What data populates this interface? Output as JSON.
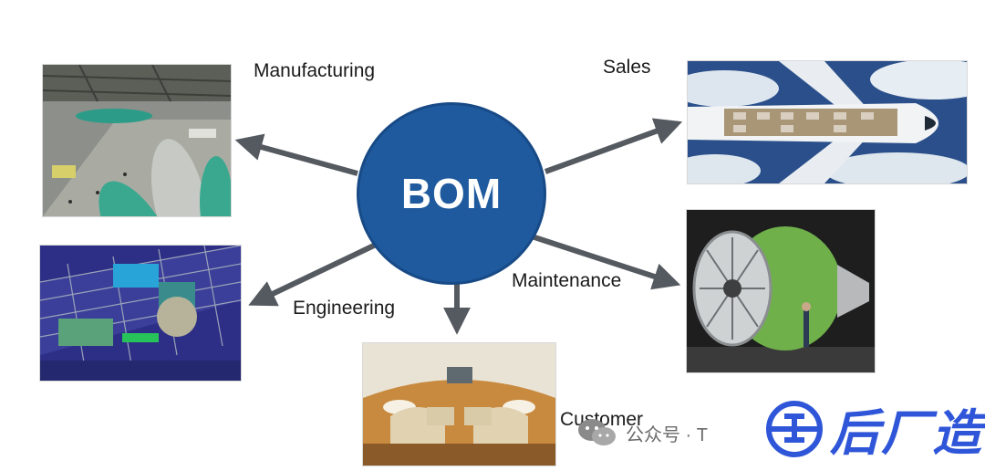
{
  "hub": {
    "label": "BOM",
    "color": "#1f5a9e"
  },
  "nodes": {
    "manufacturing": {
      "label": "Manufacturing"
    },
    "sales": {
      "label": "Sales"
    },
    "engineering": {
      "label": "Engineering"
    },
    "maintenance": {
      "label": "Maintenance"
    },
    "customer": {
      "label": "Customer"
    }
  },
  "watermark": {
    "text": "公众号 · T",
    "icon": "wechat-icon"
  },
  "brand": {
    "text": "后厂造",
    "icon": "brand-logo-icon",
    "color": "#2f56d8"
  },
  "arrow_color": "#555a60"
}
